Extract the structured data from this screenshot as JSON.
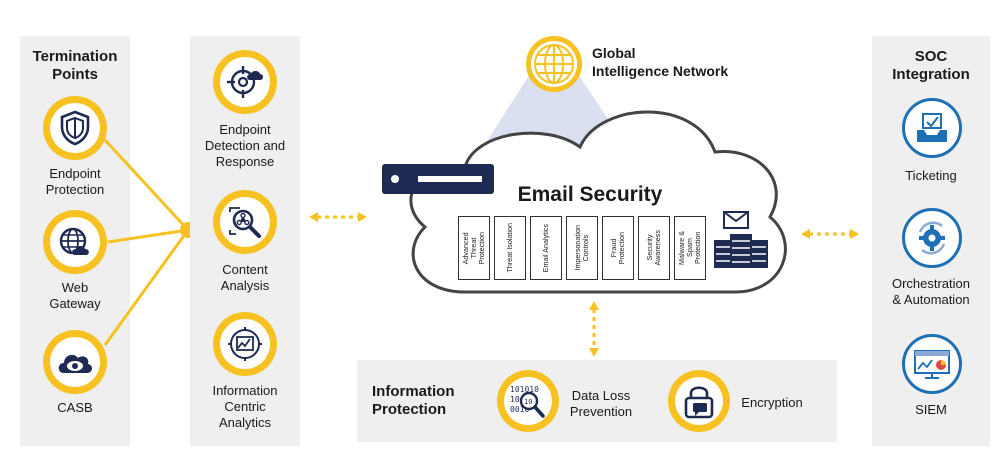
{
  "termination": {
    "title": "Termination\nPoints",
    "items": [
      {
        "label": "Endpoint\nProtection",
        "icon": "shield-icon"
      },
      {
        "label": "Web\nGateway",
        "icon": "globe-cloud-icon"
      },
      {
        "label": "CASB",
        "icon": "cloud-eye-icon"
      }
    ]
  },
  "detection": {
    "items": [
      {
        "label": "Endpoint\nDetection and\nResponse",
        "icon": "target-cloud-icon"
      },
      {
        "label": "Content\nAnalysis",
        "icon": "biohazard-magnifier-icon"
      },
      {
        "label": "Information\nCentric\nAnalytics",
        "icon": "analytics-chart-icon"
      }
    ]
  },
  "global": {
    "label": "Global\nIntelligence Network",
    "icon": "globe-grid-icon"
  },
  "cloud": {
    "title": "Email Security",
    "columns": [
      "Advanced\nThreat\nProtection",
      "Threat Isolation",
      "Email Analytics",
      "Impersonation\nControls",
      "Fraud\nProtection",
      "Security\nAwareness",
      "Malware &\nSpam\nProtection"
    ]
  },
  "info_protection": {
    "title": "Information\nProtection",
    "items": [
      {
        "label": "Data Loss\nPrevention",
        "icon": "binary-magnifier-icon"
      },
      {
        "label": "Encryption",
        "icon": "padlock-icon"
      }
    ]
  },
  "soc": {
    "title": "SOC\nIntegration",
    "items": [
      {
        "label": "Ticketing",
        "icon": "ticket-tray-icon"
      },
      {
        "label": "Orchestration\n& Automation",
        "icon": "gear-cycle-icon"
      },
      {
        "label": "SIEM",
        "icon": "monitor-chart-icon"
      }
    ]
  },
  "colors": {
    "yellow": "#f6c121",
    "navy": "#1f2a52",
    "blue": "#1d6fb6",
    "panel": "#efefef"
  }
}
